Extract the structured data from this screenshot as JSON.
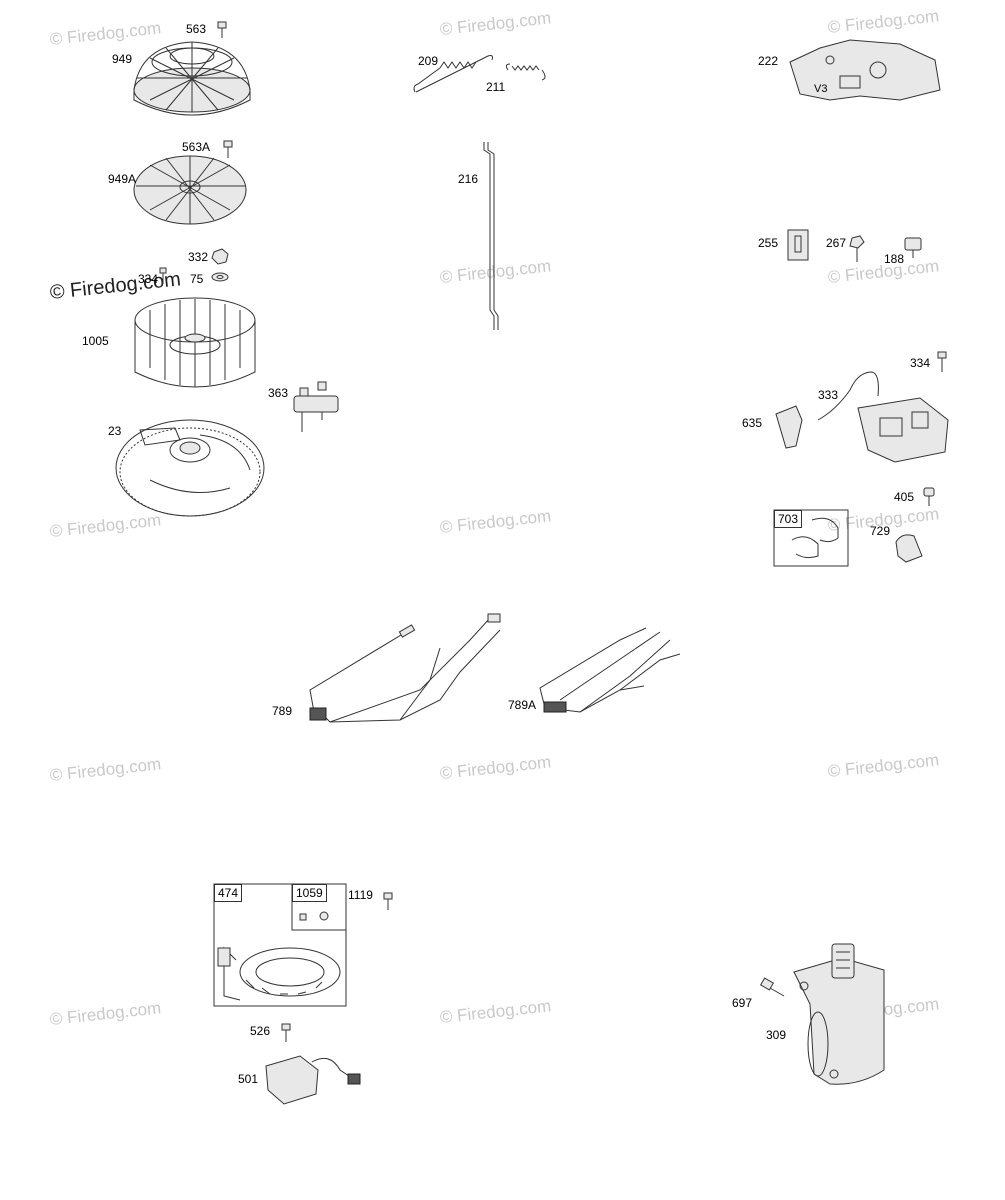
{
  "watermark": "© Firedog.com",
  "parts": {
    "p563": "563",
    "p949": "949",
    "p563A": "563A",
    "p949A": "949A",
    "p332": "332",
    "p334a": "334",
    "p75": "75",
    "p1005": "1005",
    "p363": "363",
    "p23": "23",
    "p209": "209",
    "p211": "211",
    "p216": "216",
    "p222": "222",
    "p255": "255",
    "p267": "267",
    "p188": "188",
    "p334b": "334",
    "p333": "333",
    "p635": "635",
    "p405": "405",
    "p703": "703",
    "p729": "729",
    "p789": "789",
    "p789A": "789A",
    "p474": "474",
    "p1059": "1059",
    "p1119": "1119",
    "p526": "526",
    "p501": "501",
    "p697": "697",
    "p309": "309",
    "v3": "V3"
  }
}
